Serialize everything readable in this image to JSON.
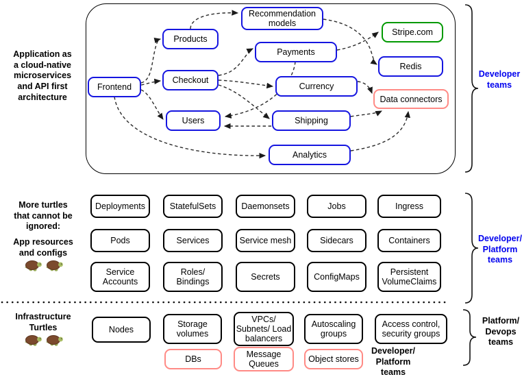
{
  "colors": {
    "service_border": "#1515e0",
    "external_border": "#009900",
    "data_border": "#ff8a85",
    "team_label_blue": "#0000ee",
    "box_border_black": "#000000"
  },
  "app_section": {
    "side_label": "Application as\na cloud-native\nmicroservices\nand API first\narchitecture",
    "team_label": "Developer\nteams",
    "nodes": [
      {
        "id": "frontend",
        "label": "Frontend",
        "border": "blue"
      },
      {
        "id": "products",
        "label": "Products",
        "border": "blue"
      },
      {
        "id": "checkout",
        "label": "Checkout",
        "border": "blue"
      },
      {
        "id": "users",
        "label": "Users",
        "border": "blue"
      },
      {
        "id": "recommendation-models",
        "label": "Recommendation\nmodels",
        "border": "blue"
      },
      {
        "id": "payments",
        "label": "Payments",
        "border": "blue"
      },
      {
        "id": "currency",
        "label": "Currency",
        "border": "blue"
      },
      {
        "id": "shipping",
        "label": "Shipping",
        "border": "blue"
      },
      {
        "id": "analytics",
        "label": "Analytics",
        "border": "blue"
      },
      {
        "id": "stripe",
        "label": "Stripe.com",
        "border": "green"
      },
      {
        "id": "redis",
        "label": "Redis",
        "border": "blue"
      },
      {
        "id": "data-connectors",
        "label": "Data connectors",
        "border": "red"
      }
    ],
    "edges": [
      {
        "from": "Frontend",
        "to": "Products"
      },
      {
        "from": "Frontend",
        "to": "Checkout"
      },
      {
        "from": "Frontend",
        "to": "Users"
      },
      {
        "from": "Frontend",
        "to": "Analytics"
      },
      {
        "from": "Products",
        "to": "Recommendation models"
      },
      {
        "from": "Checkout",
        "to": "Payments"
      },
      {
        "from": "Checkout",
        "to": "Currency"
      },
      {
        "from": "Checkout",
        "to": "Shipping"
      },
      {
        "from": "Shipping",
        "to": "Users"
      },
      {
        "from": "Payments",
        "to": "Users"
      },
      {
        "from": "Payments",
        "to": "Stripe.com"
      },
      {
        "from": "Recommendation models",
        "to": "Redis"
      },
      {
        "from": "Currency",
        "to": "Data connectors"
      },
      {
        "from": "Shipping",
        "to": "Data connectors"
      },
      {
        "from": "Analytics",
        "to": "Data connectors"
      }
    ]
  },
  "resources_section": {
    "side_label_1": "More turtles\nthat cannot be\nignored:",
    "side_label_2": "App resources\nand configs",
    "team_label": "Developer/\nPlatform\nteams",
    "rows": [
      [
        "Deployments",
        "StatefulSets",
        "Daemonsets",
        "Jobs",
        "Ingress"
      ],
      [
        "Pods",
        "Services",
        "Service mesh",
        "Sidecars",
        "Containers"
      ],
      [
        "Service\nAccounts",
        "Roles/\nBindings",
        "Secrets",
        "ConfigMaps",
        "Persistent\nVolumeClaims"
      ]
    ]
  },
  "infra_section": {
    "side_label": "Infrastructure\nTurtles",
    "team_label": "Platform/\nDevops\nteams",
    "bottom_team_label": "Developer/\nPlatform\nteams",
    "row1": [
      "Nodes",
      "Storage\nvolumes",
      "VPCs/\nSubnets/ Load\nbalancers",
      "Autoscaling\ngroups",
      "Access control,\nsecurity groups"
    ],
    "row2": [
      "DBs",
      "Message\nQueues",
      "Object stores"
    ]
  }
}
